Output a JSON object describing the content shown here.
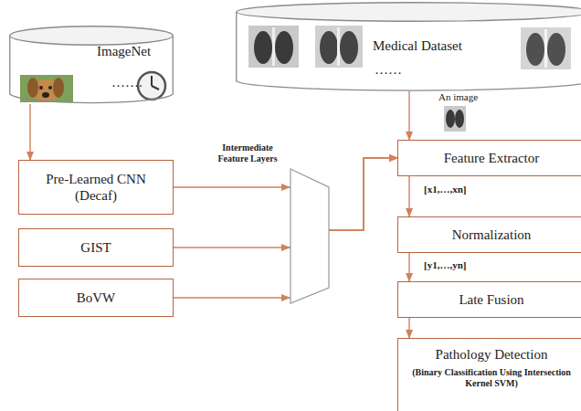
{
  "diagram": {
    "nodes": [
      {
        "text": [
          "ImageNet",
          "……."
        ]
      },
      {
        "text": [
          "Medical Dataset",
          "……"
        ]
      },
      {
        "text": [
          "Pre-Learned CNN (Decaf)"
        ]
      },
      {
        "text": [
          "GIST"
        ]
      },
      {
        "text": [
          "BoVW"
        ]
      },
      {
        "text": [
          "Feature Extractor"
        ]
      },
      {
        "text": [
          "Normalization"
        ]
      },
      {
        "text": [
          "Late Fusion"
        ]
      },
      {
        "text": [
          "Pathology Detection",
          "(Binary Classification Using Intersection Kernel SVM)"
        ]
      }
    ],
    "edges": [
      {
        "from": 0,
        "to": 2,
        "arrow": "to"
      },
      {
        "from": 1,
        "to": 5,
        "arrow": "to"
      },
      {
        "from": 2,
        "to": 5,
        "label": "Intermediate Feature Layers",
        "arrow": "to"
      },
      {
        "from": 3,
        "to": 5,
        "arrow": "to"
      },
      {
        "from": 4,
        "to": 5,
        "arrow": "to"
      },
      {
        "from": 5,
        "to": 6,
        "label": "[x1,…,xn]",
        "arrow": "to"
      },
      {
        "from": 6,
        "to": 7,
        "label": "[y1,…,yn]",
        "arrow": "to"
      },
      {
        "from": 7,
        "to": 8,
        "arrow": "to"
      }
    ],
    "labels": [
      "An image"
    ]
  }
}
